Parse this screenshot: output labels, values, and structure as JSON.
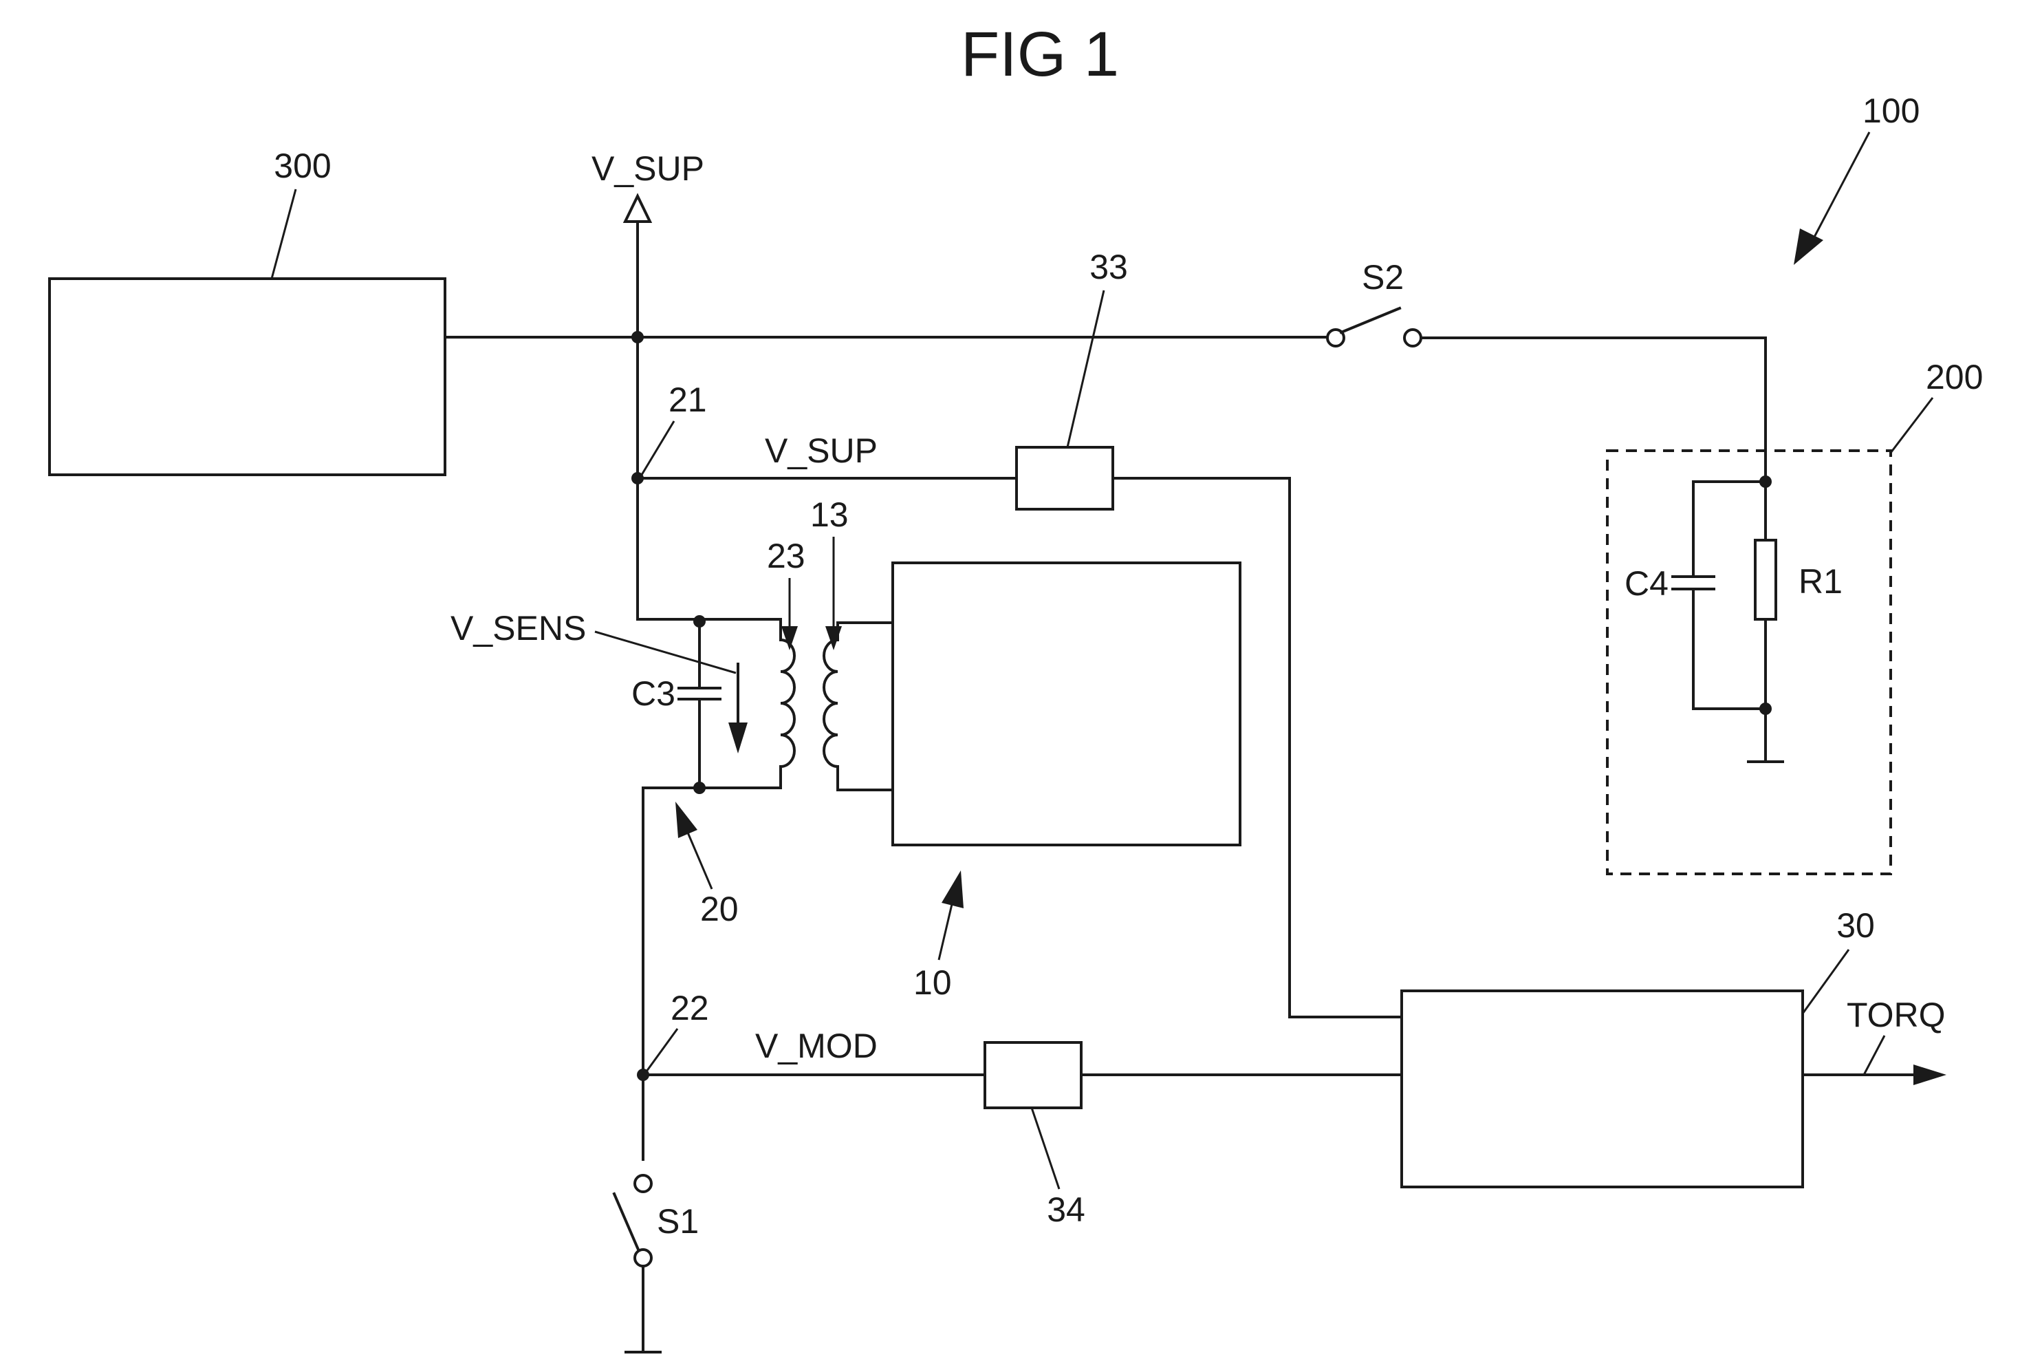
{
  "figure": {
    "title": "FIG 1",
    "refs": {
      "r100": "100",
      "r300": "300",
      "r33": "33",
      "r200": "200",
      "r21": "21",
      "r23": "23",
      "r13": "13",
      "r20": "20",
      "r10": "10",
      "r22": "22",
      "r30": "30",
      "r34": "34"
    },
    "signals": {
      "v_sup_top": "V_SUP",
      "v_sup_mid": "V_SUP",
      "v_sens": "V_SENS",
      "v_mod": "V_MOD",
      "torq": "TORQ"
    },
    "components": {
      "s1": "S1",
      "s2": "S2",
      "c3": "C3",
      "c4": "C4",
      "r1": "R1"
    }
  }
}
